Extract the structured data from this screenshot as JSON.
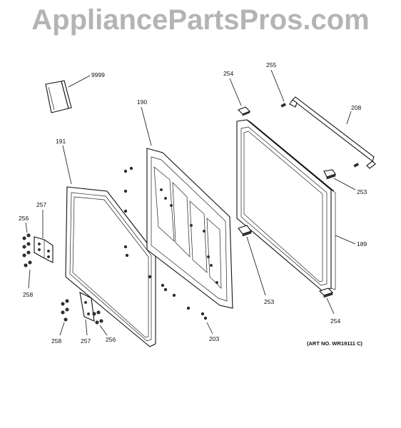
{
  "watermark": "AppliancePartsPros.com",
  "art_number": "(ART NO. WR19111 C)",
  "callouts": {
    "c9999": "9999",
    "c190": "190",
    "c191": "191",
    "c254_top": "254",
    "c255": "255",
    "c208": "208",
    "c253_right": "253",
    "c189": "189",
    "c253_bottom": "253",
    "c254_bottom": "254",
    "c256_left": "256",
    "c257_left": "257",
    "c258_left": "258",
    "c258_bottom": "258",
    "c257_bottom": "257",
    "c256_bottom": "256",
    "c203": "203"
  },
  "colors": {
    "watermark": "#b4b4b4",
    "line": "#111111"
  }
}
